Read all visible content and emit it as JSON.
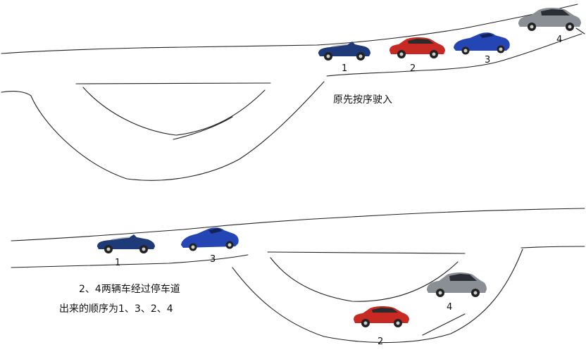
{
  "top_scene": {
    "caption": "原先按序驶入",
    "cars": [
      {
        "label": "1",
        "model": "convertible",
        "color": "#1f3a78"
      },
      {
        "label": "2",
        "model": "sedan",
        "color": "#c62a22"
      },
      {
        "label": "3",
        "model": "roadster",
        "color": "#2446b4"
      },
      {
        "label": "4",
        "model": "sedan",
        "color": "#8a8f96"
      }
    ]
  },
  "bottom_scene": {
    "caption_line1": "2、4两辆车经过停车道",
    "caption_line2": "出来的顺序为1、3、2、4",
    "cars": [
      {
        "label": "1",
        "model": "convertible",
        "color": "#1f3a78"
      },
      {
        "label": "3",
        "model": "roadster",
        "color": "#2446b4"
      },
      {
        "label": "2",
        "model": "sedan",
        "color": "#c62a22"
      },
      {
        "label": "4",
        "model": "sedan",
        "color": "#8a8f96"
      }
    ]
  }
}
